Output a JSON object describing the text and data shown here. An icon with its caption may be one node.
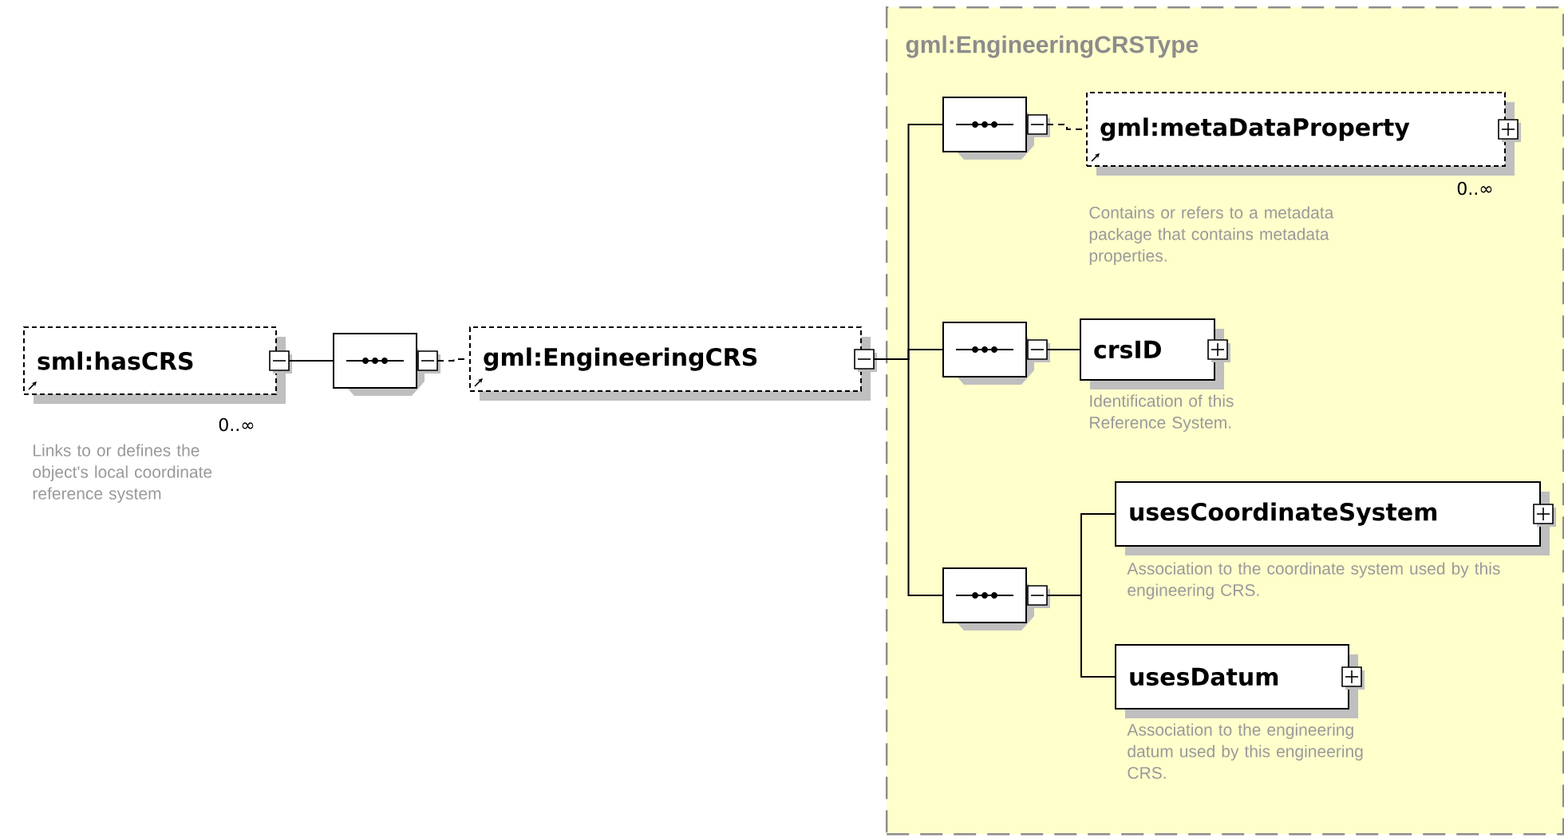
{
  "diagram": {
    "nodes": [
      {
        "text": [
          "sml:hasCRS"
        ],
        "beside": [
          "0..∞",
          "Links to or defines the object's local coordinate reference system"
        ]
      },
      {
        "text": [],
        "shape": "octagon"
      },
      {
        "text": [
          "gml:EngineeringCRS"
        ]
      },
      {
        "text": [
          "gml:EngineeringCRSType"
        ]
      },
      {
        "text": [],
        "shape": "octagon",
        "in": 3
      },
      {
        "text": [
          "gml:metaDataProperty"
        ],
        "in": 3,
        "beside": [
          "0..∞",
          "Contains or refers to a metadata package that contains metadata properties."
        ]
      },
      {
        "text": [],
        "shape": "octagon",
        "in": 3
      },
      {
        "text": [
          "crsID"
        ],
        "in": 3,
        "beside": [
          "Identification of this Reference System."
        ]
      },
      {
        "text": [],
        "shape": "octagon",
        "in": 3
      },
      {
        "text": [
          "usesCoordinateSystem"
        ],
        "in": 3,
        "beside": [
          "Association to the coordinate system used by this engineering CRS."
        ]
      },
      {
        "text": [
          "usesDatum"
        ],
        "in": 3,
        "beside": [
          "Association to the engineering datum used by this engineering CRS."
        ]
      }
    ],
    "edges": [
      {
        "from": 0,
        "to": 1,
        "arrow": "none"
      },
      {
        "from": 1,
        "to": 2,
        "arrow": "none",
        "style": "dashed"
      },
      {
        "from": 2,
        "to": 4,
        "arrow": "none"
      },
      {
        "from": 2,
        "to": 6,
        "arrow": "none"
      },
      {
        "from": 2,
        "to": 8,
        "arrow": "none"
      },
      {
        "from": 4,
        "to": 5,
        "arrow": "none",
        "style": "dashed"
      },
      {
        "from": 6,
        "to": 7,
        "arrow": "none"
      },
      {
        "from": 8,
        "to": 9,
        "arrow": "none"
      },
      {
        "from": 8,
        "to": 10,
        "arrow": "none"
      }
    ]
  }
}
